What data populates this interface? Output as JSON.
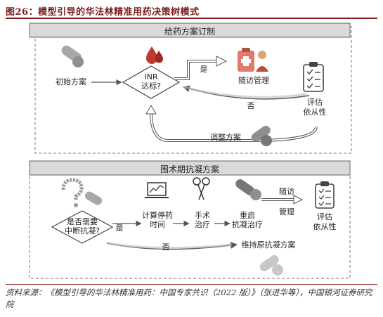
{
  "figure": {
    "title": "图26：模型引导的华法林精准用药决策树模式",
    "source": "资料来源：《模型引导的华法林精准用药：中国专家共识（2022 版）》（张进华等），中国银河证券研究院"
  },
  "panel_top": {
    "header": "给药方案订制",
    "nodes": {
      "initial": "初始方案",
      "inr_q_line1": "INR",
      "inr_q_line2": "达标?",
      "followup": "随访管理",
      "assess_line1": "评估",
      "assess_line2": "依从性",
      "adjust": "调整方案"
    },
    "edges": {
      "yes": "是",
      "no": "否"
    }
  },
  "panel_bottom": {
    "header": "围术期抗凝方案",
    "nodes": {
      "interrupt_q_line1": "是否需要",
      "interrupt_q_line2": "中断抗凝?",
      "calc_line1": "计算停药",
      "calc_line2": "时间",
      "surgery_line1": "手术",
      "surgery_line2": "治疗",
      "restart_line1": "重启",
      "restart_line2": "抗凝治疗",
      "fu_line1": "随访",
      "fu_line2": "管理",
      "assess_line1": "评估",
      "assess_line2": "依从性",
      "maintain": "维持原抗凝方案"
    },
    "edges": {
      "yes": "是",
      "no": "否"
    }
  },
  "icons": {
    "pill": "pill-icon",
    "blood_drop": "blood-drop-icon",
    "doctor": "doctor-icon",
    "clipboard": "clipboard-icon",
    "question": "question-icon",
    "monitor": "monitor-icon",
    "scissors": "scissors-icon"
  },
  "colors": {
    "brand": "#8b1a1a",
    "drop": "#c0392b",
    "header_bg": "#d9d9d9",
    "pill": "#9a9a9a"
  }
}
